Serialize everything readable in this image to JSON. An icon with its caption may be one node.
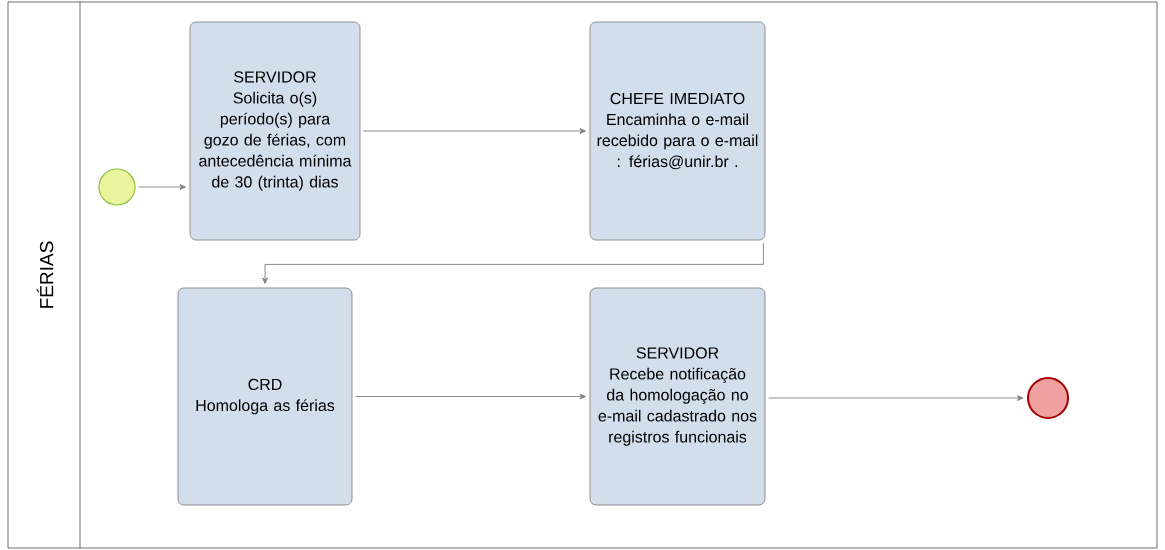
{
  "diagram": {
    "nodes": [
      {
        "text": [
          "FÉRIAS"
        ]
      },
      {
        "text": [],
        "shape": "circle",
        "in": 0
      },
      {
        "text": [
          "SERVIDOR",
          "Solicita o(s) período(s) para gozo de férias, com antecedência mínima de 30 (trinta) dias"
        ],
        "in": 0
      },
      {
        "text": [
          "CHEFE IMEDIATO",
          "Encaminha o e-mail recebido para o e-mail : férias@unir.br ."
        ],
        "in": 0
      },
      {
        "text": [
          "CRD",
          "Homologa as férias"
        ],
        "in": 0
      },
      {
        "text": [
          "SERVIDOR",
          "Recebe notificação da homologação no e-mail cadastrado nos registros funcionais"
        ],
        "in": 0
      },
      {
        "text": [],
        "shape": "circle",
        "in": 0
      }
    ],
    "edges": [
      {
        "from": 1,
        "to": 2,
        "arrow": "to"
      },
      {
        "from": 2,
        "to": 3,
        "arrow": "to"
      },
      {
        "from": 3,
        "to": 4,
        "arrow": "to"
      },
      {
        "from": 4,
        "to": 5,
        "arrow": "to"
      },
      {
        "from": 5,
        "to": 6,
        "arrow": "to"
      }
    ]
  }
}
